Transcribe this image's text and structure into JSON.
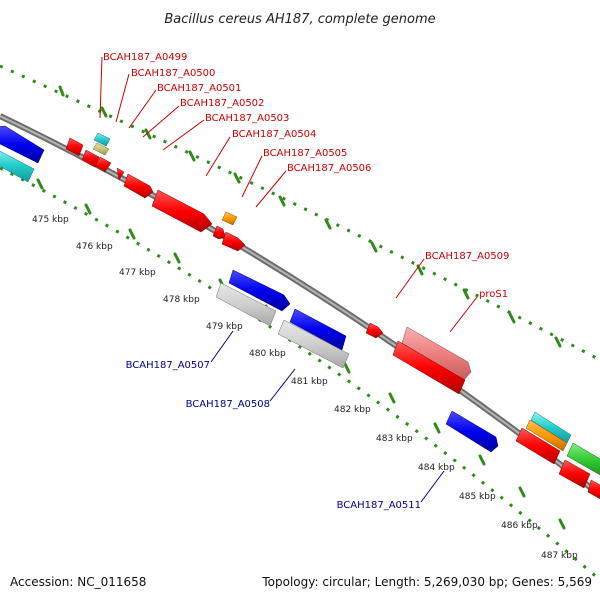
{
  "title": "Bacillus cereus AH187, complete genome",
  "accession": "Accession: NC_011658",
  "summary": "Topology: circular; Length: 5,269,030 bp; Genes: 5,569",
  "colors": {
    "background": "#ffffff",
    "backbone": "#8c8c8c",
    "dotted_ring": "#2e8b1a",
    "forward_label": "#cc0000",
    "reverse_label": "#00008b"
  },
  "kbp_ticks": [
    "475 kbp",
    "476 kbp",
    "477 kbp",
    "478 kbp",
    "479 kbp",
    "480 kbp",
    "481 kbp",
    "482 kbp",
    "483 kbp",
    "484 kbp",
    "485 kbp",
    "486 kbp",
    "487 kbp"
  ],
  "forward_labels": [
    "BCAH187_A0499",
    "BCAH187_A0500",
    "BCAH187_A0501",
    "BCAH187_A0502",
    "BCAH187_A0503",
    "BCAH187_A0504",
    "BCAH187_A0505",
    "BCAH187_A0506",
    "BCAH187_A0509",
    "proS1"
  ],
  "reverse_labels": [
    "BCAH187_A0507",
    "BCAH187_A0508",
    "BCAH187_A0511"
  ]
}
